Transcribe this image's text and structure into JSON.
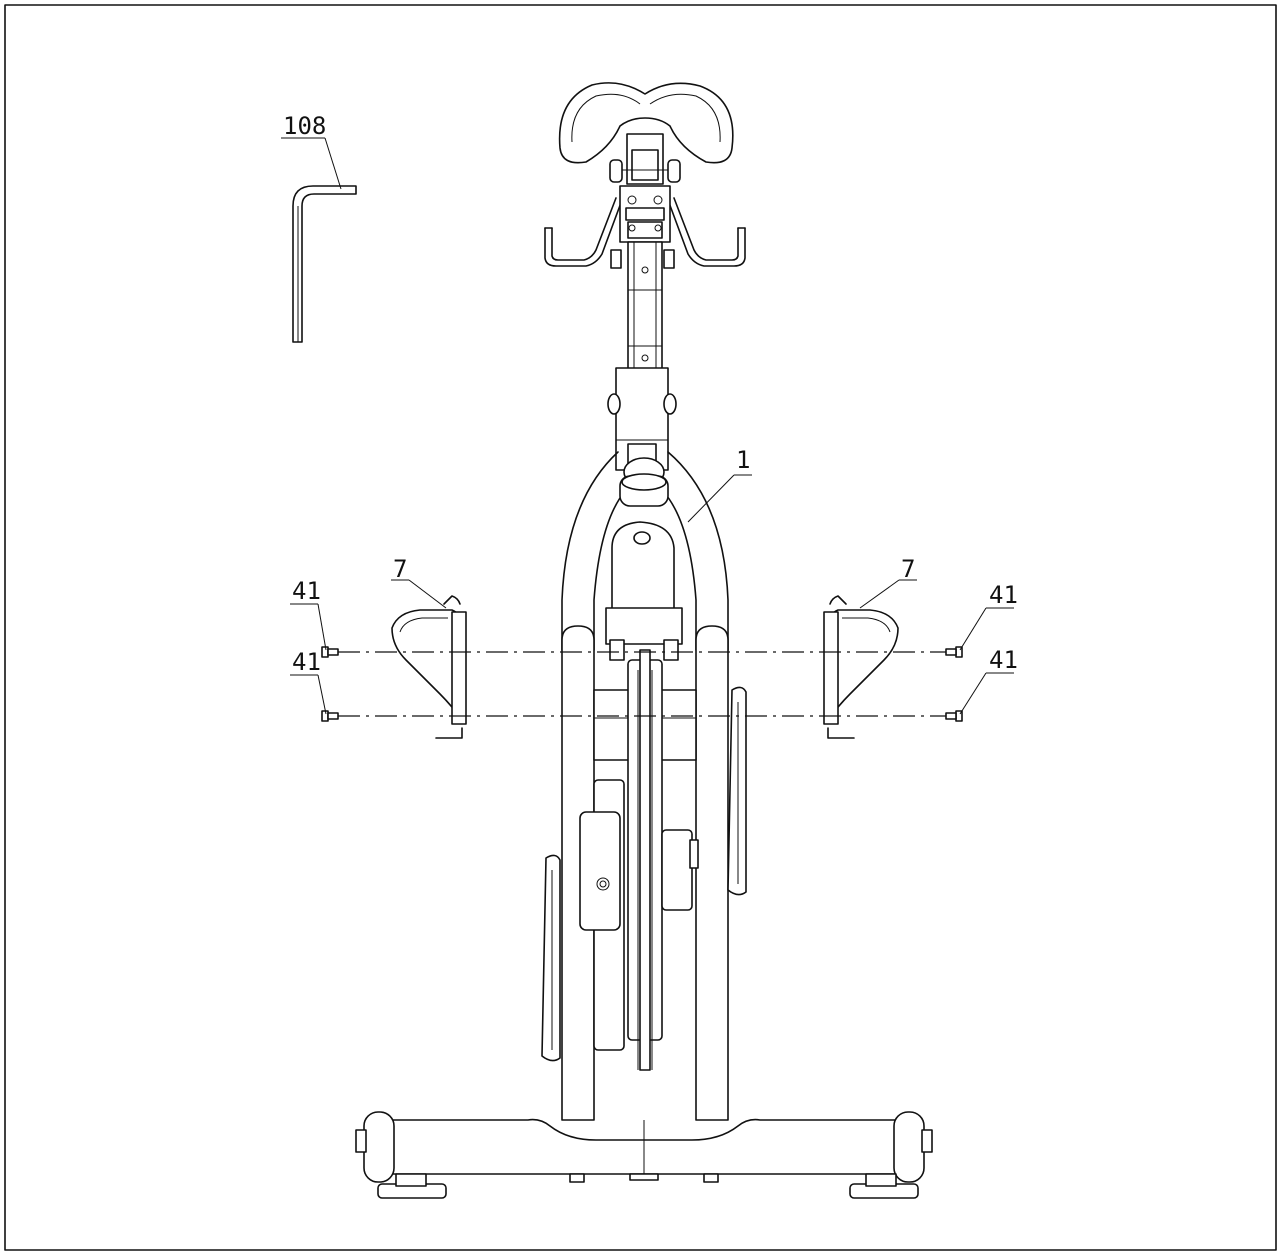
{
  "callouts": {
    "hex_key": "108",
    "frame": "1",
    "left_cover": "7",
    "right_cover": "7",
    "bolt_left_upper": "41",
    "bolt_left_lower": "41",
    "bolt_right_upper": "41",
    "bolt_right_lower": "41"
  }
}
